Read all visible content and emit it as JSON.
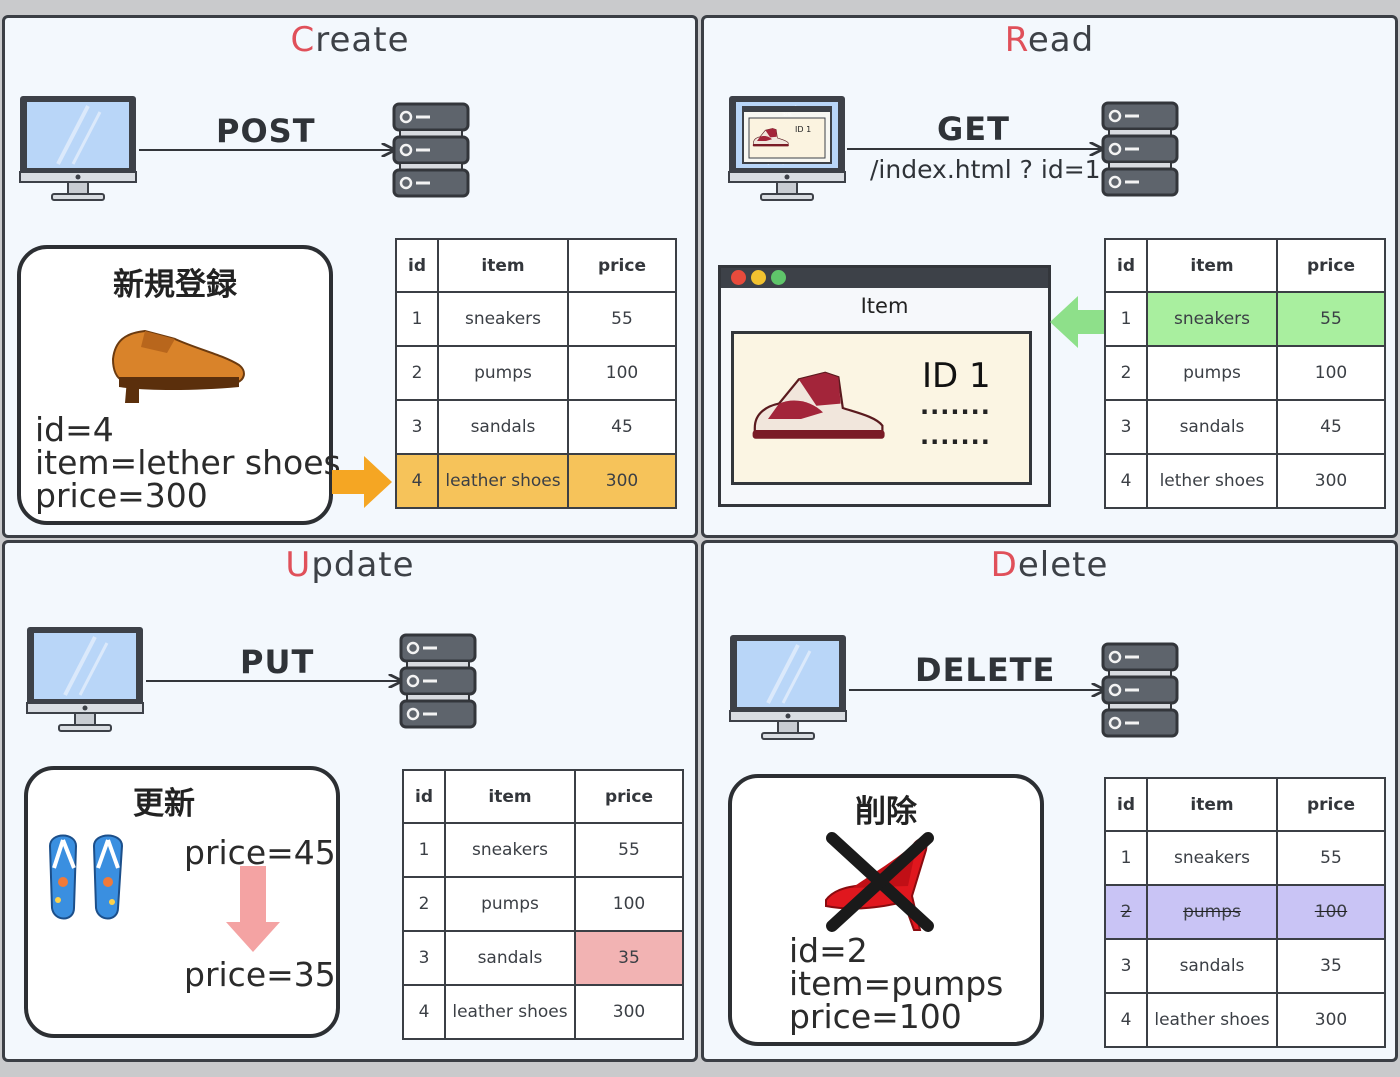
{
  "columns": [
    "id",
    "item",
    "price"
  ],
  "create": {
    "title_first": "C",
    "title_rest": "reate",
    "method": "POST",
    "card_title": "新規登録",
    "card_lines": [
      "id=4",
      "item=lether shoes",
      "price=300"
    ],
    "shoe_icon": "leather-shoe",
    "table": [
      [
        "1",
        "sneakers",
        "55"
      ],
      [
        "2",
        "pumps",
        "100"
      ],
      [
        "3",
        "sandals",
        "45"
      ],
      [
        "4",
        "leather shoes",
        "300"
      ]
    ],
    "highlight_row": 4,
    "highlight_color": "#f6c35a"
  },
  "read": {
    "title_first": "R",
    "title_rest": "ead",
    "method": "GET",
    "path": "/index.html ? id=1",
    "browser_heading": "Item",
    "browser_id": "ID 1",
    "browser_dots": [
      "·······",
      "·······"
    ],
    "mini_browser_title": "item",
    "mini_browser_id": "ID 1",
    "table": [
      [
        "1",
        "sneakers",
        "55"
      ],
      [
        "2",
        "pumps",
        "100"
      ],
      [
        "3",
        "sandals",
        "45"
      ],
      [
        "4",
        "lether shoes",
        "300"
      ]
    ],
    "highlight_row": 1,
    "highlight_color": "#a9ef9f"
  },
  "update": {
    "title_first": "U",
    "title_rest": "pdate",
    "method": "PUT",
    "card_title": "更新",
    "old_value": "price=45",
    "new_value": "price=35",
    "table": [
      [
        "1",
        "sneakers",
        "55"
      ],
      [
        "2",
        "pumps",
        "100"
      ],
      [
        "3",
        "sandals",
        "35"
      ],
      [
        "4",
        "leather shoes",
        "300"
      ]
    ],
    "highlight_cell": "row3-price",
    "highlight_color": "#f2b3b3"
  },
  "delete": {
    "title_first": "D",
    "title_rest": "elete",
    "method": "DELETE",
    "card_title": "削除",
    "card_lines": [
      "id=2",
      "item=pumps",
      "price=100"
    ],
    "table": [
      [
        "1",
        "sneakers",
        "55"
      ],
      [
        "2",
        "pumps",
        "100"
      ],
      [
        "3",
        "sandals",
        "35"
      ],
      [
        "4",
        "leather shoes",
        "300"
      ]
    ],
    "highlight_row": 2,
    "highlight_color": "#c9c4f5"
  }
}
